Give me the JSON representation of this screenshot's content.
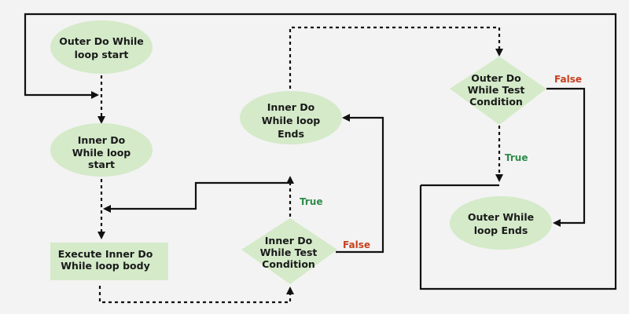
{
  "nodes": {
    "outer_start": [
      "Outer Do While",
      "loop start"
    ],
    "inner_start": [
      "Inner Do",
      "While loop",
      "start"
    ],
    "body": [
      "Execute Inner Do",
      "While loop body"
    ],
    "inner_test": [
      "Inner Do",
      "While Test",
      "Condition"
    ],
    "inner_end": [
      "Inner Do",
      "While loop",
      "Ends"
    ],
    "outer_test": [
      "Outer Do",
      "While Test",
      "Condition"
    ],
    "outer_end": [
      "Outer While",
      "loop Ends"
    ]
  },
  "labels": {
    "inner_true": "True",
    "inner_false": "False",
    "outer_true": "True",
    "outer_false": "False"
  },
  "colors": {
    "node_fill": "#d4eac9",
    "true": "#2e8b4a",
    "false": "#c8401e",
    "background": "#f3f3f3"
  }
}
